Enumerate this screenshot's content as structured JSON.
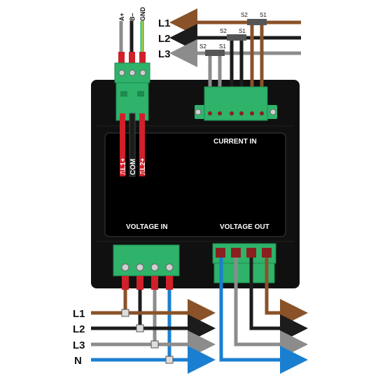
{
  "colors": {
    "brown": "#8a5228",
    "black": "#1c1c1c",
    "gray": "#8c8c8c",
    "blue": "#1a7fd0",
    "green": "#2fb36a",
    "red": "#d0202a",
    "device": "#101010"
  },
  "top_terminal": {
    "labels": [
      "A+",
      "B–",
      "GND"
    ]
  },
  "current_in": {
    "label": "CURRENT IN",
    "phases": [
      {
        "name": "L1",
        "s2": "S2",
        "s1": "S1"
      },
      {
        "name": "L2",
        "s2": "S2",
        "s1": "S1"
      },
      {
        "name": "L3",
        "s2": "S2",
        "s1": "S1"
      }
    ]
  },
  "pulse_outputs": [
    "⎍L1+",
    "COM",
    "⎍L2+"
  ],
  "voltage_in": {
    "label": "VOLTAGE IN"
  },
  "voltage_out": {
    "label": "VOLTAGE OUT"
  },
  "bottom_lines": [
    "L1",
    "L2",
    "L3",
    "N"
  ]
}
